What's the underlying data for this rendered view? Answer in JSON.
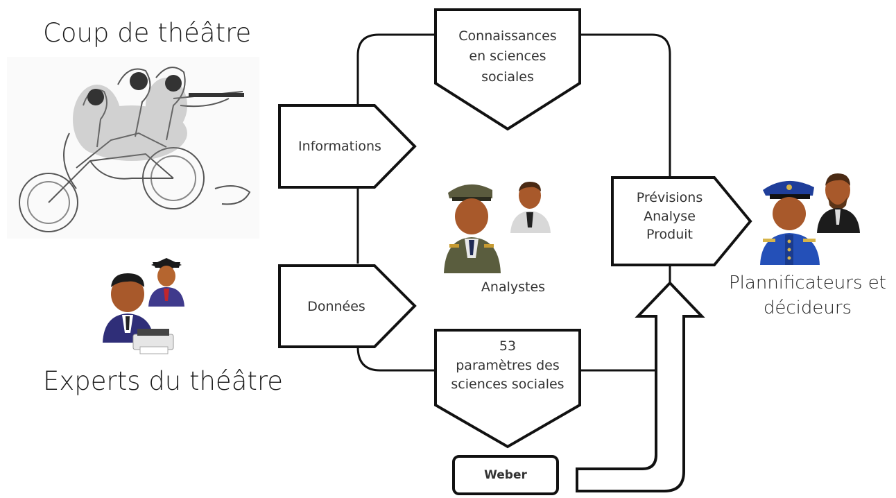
{
  "left": {
    "top_title": "Coup de théâtre",
    "bottom_title": "Experts du théâtre"
  },
  "flow": {
    "knowledge_lines": [
      "Connaissances",
      "en sciences",
      "sociales"
    ],
    "informations": "Informations",
    "donnees": "Données",
    "analysts": "Analystes",
    "params_lines": [
      "53",
      "paramètres des",
      "sciences sociales"
    ],
    "weber": "Weber",
    "output_lines": [
      "Prévisions",
      "Analyse",
      "Produit"
    ]
  },
  "right": {
    "title_lines": [
      "Plannificateurs et",
      "décideurs"
    ]
  },
  "icons": {
    "sketch": "motorcycle-militia-sketch",
    "experts": "graduate-and-businessman-icon",
    "analysts": "officer-and-analyst-icon",
    "decision_makers": "police-chief-and-executive-icon"
  }
}
